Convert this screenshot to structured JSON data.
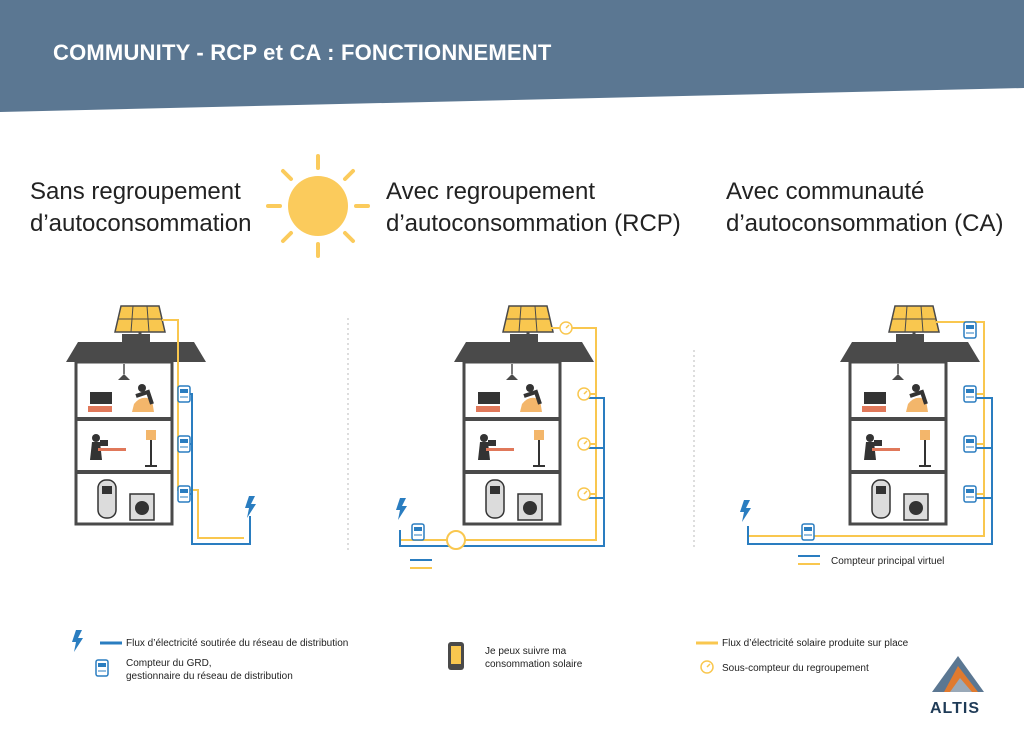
{
  "header": {
    "title": "COMMUNITY - RCP et CA : FONCTIONNEMENT",
    "color": "#5b7792"
  },
  "columns": [
    {
      "title": "Sans regroupement\nd’autoconsommation"
    },
    {
      "title": "Avec regroupement\nd’autoconsommation (RCP)"
    },
    {
      "title": "Avec communauté\nd’autoconsommation (CA)"
    }
  ],
  "ca_meter_caption": "Compteur principal virtuel",
  "legend": {
    "grid_flow": "Flux d’électricité soutirée du réseau de distribution",
    "grd_meter": "Compteur du GRD,\ngestionnaire du réseau de distribution",
    "phone": "Je peux suivre ma\nconsommation solaire",
    "solar_flow": "Flux d’électricité solaire produite sur place",
    "sub_meter": "Sous-compteur du regroupement"
  },
  "logo": "ALTIS",
  "colors": {
    "grid_blue": "#2a7dc0",
    "solar_yellow": "#f9c74f",
    "building": "#4a4a4a",
    "sun": "#fbcb5c"
  }
}
